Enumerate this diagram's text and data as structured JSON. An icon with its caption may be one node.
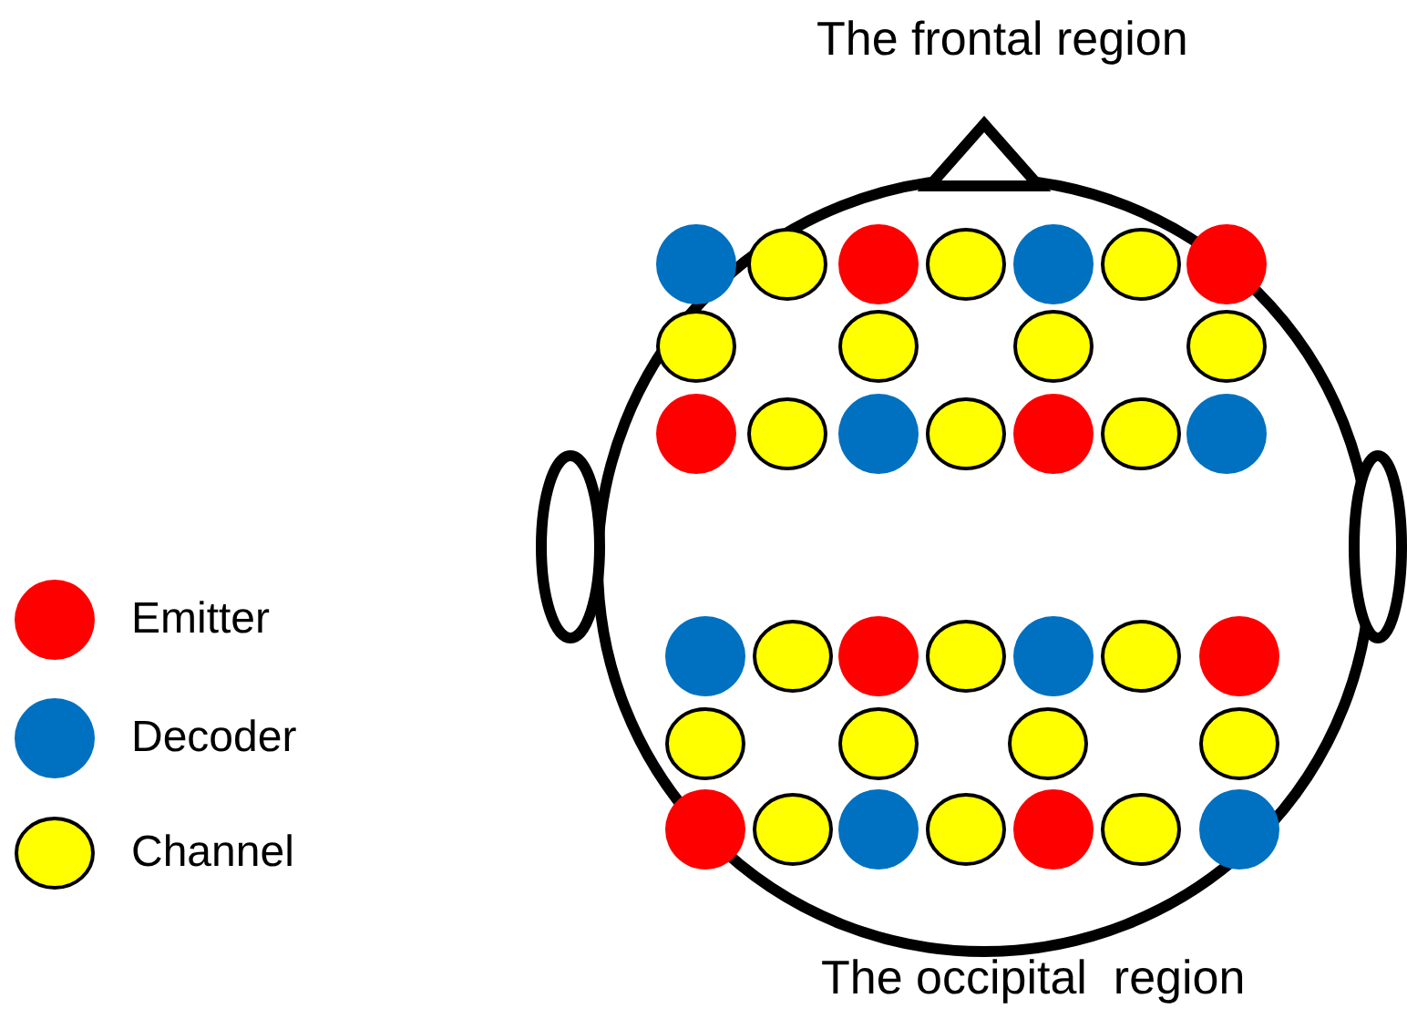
{
  "diagram": {
    "labels": [
      "The frontal region",
      "The occipital  region"
    ],
    "legend": [
      {
        "text": "Emitter",
        "color": "#ff0000"
      },
      {
        "text": "Decoder",
        "color": "#0070c0"
      },
      {
        "text": "Channel",
        "color": "#ffff00"
      }
    ]
  }
}
